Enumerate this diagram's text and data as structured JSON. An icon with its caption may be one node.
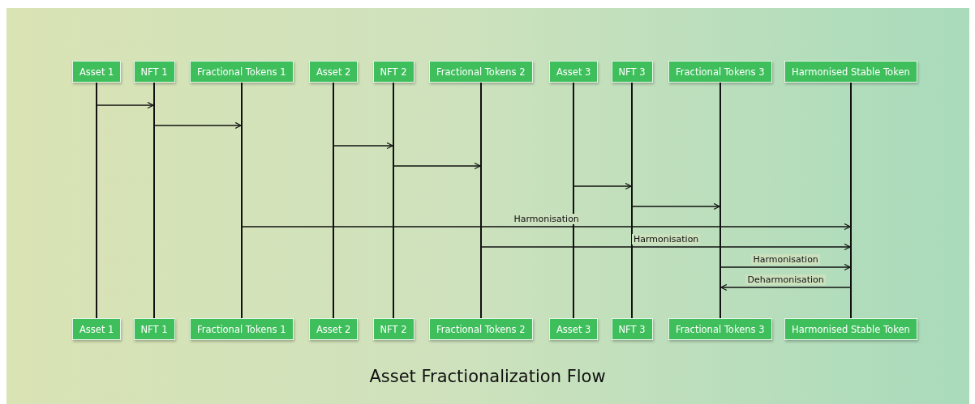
{
  "diagram": {
    "caption": "Asset Fractionalization Flow",
    "nodes": [
      {
        "text": [
          "Asset 1"
        ]
      },
      {
        "text": [
          "NFT 1"
        ]
      },
      {
        "text": [
          "Fractional Tokens 1"
        ]
      },
      {
        "text": [
          "Asset 2"
        ]
      },
      {
        "text": [
          "NFT 2"
        ]
      },
      {
        "text": [
          "Fractional Tokens 2"
        ]
      },
      {
        "text": [
          "Asset 3"
        ]
      },
      {
        "text": [
          "NFT 3"
        ]
      },
      {
        "text": [
          "Fractional Tokens 3"
        ]
      },
      {
        "text": [
          "Harmonised Stable Token"
        ]
      },
      {
        "text": [
          "Asset 1"
        ]
      },
      {
        "text": [
          "NFT 1"
        ]
      },
      {
        "text": [
          "Fractional Tokens 1"
        ]
      },
      {
        "text": [
          "Asset 2"
        ]
      },
      {
        "text": [
          "NFT 2"
        ]
      },
      {
        "text": [
          "Fractional Tokens 2"
        ]
      },
      {
        "text": [
          "Asset 3"
        ]
      },
      {
        "text": [
          "NFT 3"
        ]
      },
      {
        "text": [
          "Fractional Tokens 3"
        ]
      },
      {
        "text": [
          "Harmonised Stable Token"
        ]
      },
      {
        "text": [],
        "shape": "line"
      },
      {
        "text": [],
        "shape": "line"
      },
      {
        "text": [],
        "shape": "line"
      },
      {
        "text": [],
        "shape": "line"
      },
      {
        "text": [],
        "shape": "line"
      },
      {
        "text": [],
        "shape": "line"
      },
      {
        "text": [],
        "shape": "line"
      },
      {
        "text": [],
        "shape": "line"
      },
      {
        "text": [],
        "shape": "line"
      },
      {
        "text": [],
        "shape": "line"
      }
    ],
    "edges": [
      {
        "from": 20,
        "to": 21,
        "arrow": "to"
      },
      {
        "from": 21,
        "to": 22,
        "arrow": "to"
      },
      {
        "from": 23,
        "to": 24,
        "arrow": "to"
      },
      {
        "from": 24,
        "to": 25,
        "arrow": "to"
      },
      {
        "from": 26,
        "to": 27,
        "arrow": "to"
      },
      {
        "from": 27,
        "to": 28,
        "arrow": "to"
      },
      {
        "from": 22,
        "to": 29,
        "arrow": "to",
        "label": "Harmonisation"
      },
      {
        "from": 25,
        "to": 29,
        "arrow": "to",
        "label": "Harmonisation"
      },
      {
        "from": 28,
        "to": 29,
        "arrow": "to",
        "label": "Harmonisation"
      },
      {
        "from": 29,
        "to": 28,
        "arrow": "to",
        "label": "Deharmonisation"
      }
    ]
  }
}
